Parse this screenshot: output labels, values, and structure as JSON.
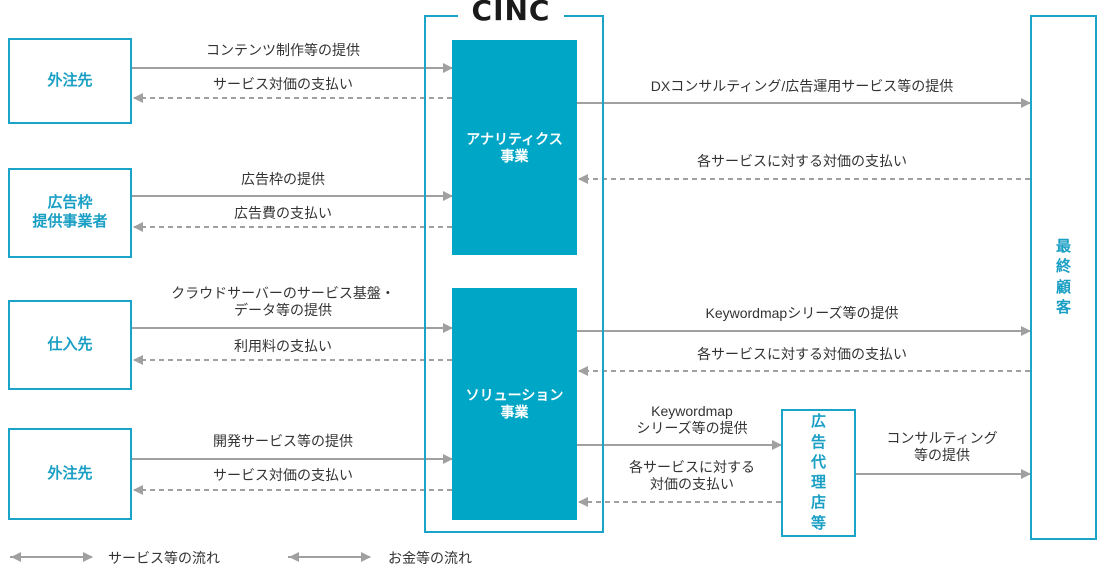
{
  "logo": "CINC",
  "nodes": {
    "gaichu1": "外注先",
    "kokokuwaku": "広告枠\n提供事業者",
    "shiire": "仕入先",
    "gaichu2": "外注先",
    "analytics": "アナリティクス\n事業",
    "solution": "ソリューション\n事業",
    "dairiten": "広告代理店等",
    "customer": "最終顧客"
  },
  "edges": {
    "e1": "コンテンツ制作等の提供",
    "e2": "サービス対価の支払い",
    "e3": "広告枠の提供",
    "e4": "広告費の支払い",
    "e5": "クラウドサーバーのサービス基盤・\nデータ等の提供",
    "e6": "利用料の支払い",
    "e7": "開発サービス等の提供",
    "e8": "サービス対価の支払い",
    "e9": "DXコンサルティング/広告運用サービス等の提供",
    "e10": "各サービスに対する対価の支払い",
    "e11": "Keywordmapシリーズ等の提供",
    "e12": "各サービスに対する対価の支払い",
    "e13": "Keywordmap\nシリーズ等の提供",
    "e14": "各サービスに対する\n対価の支払い",
    "e15": "コンサルティング\n等の提供"
  },
  "legend": {
    "service": "サービス等の流れ",
    "money": "お金等の流れ"
  }
}
